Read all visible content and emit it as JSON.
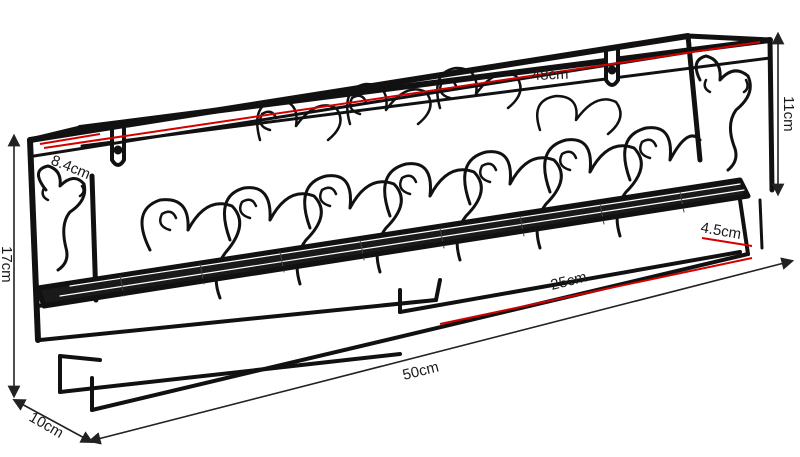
{
  "product": {
    "description_color": "#111111",
    "dimension_line_color": "#d40000"
  },
  "dimensions": {
    "top_length": "48cm",
    "top_depth": "8.4cm",
    "side_height": "11cm",
    "total_height": "17cm",
    "towel_bar_length": "25cm",
    "towel_bar_depth": "4.5cm",
    "total_length": "50cm",
    "total_depth": "10cm"
  }
}
